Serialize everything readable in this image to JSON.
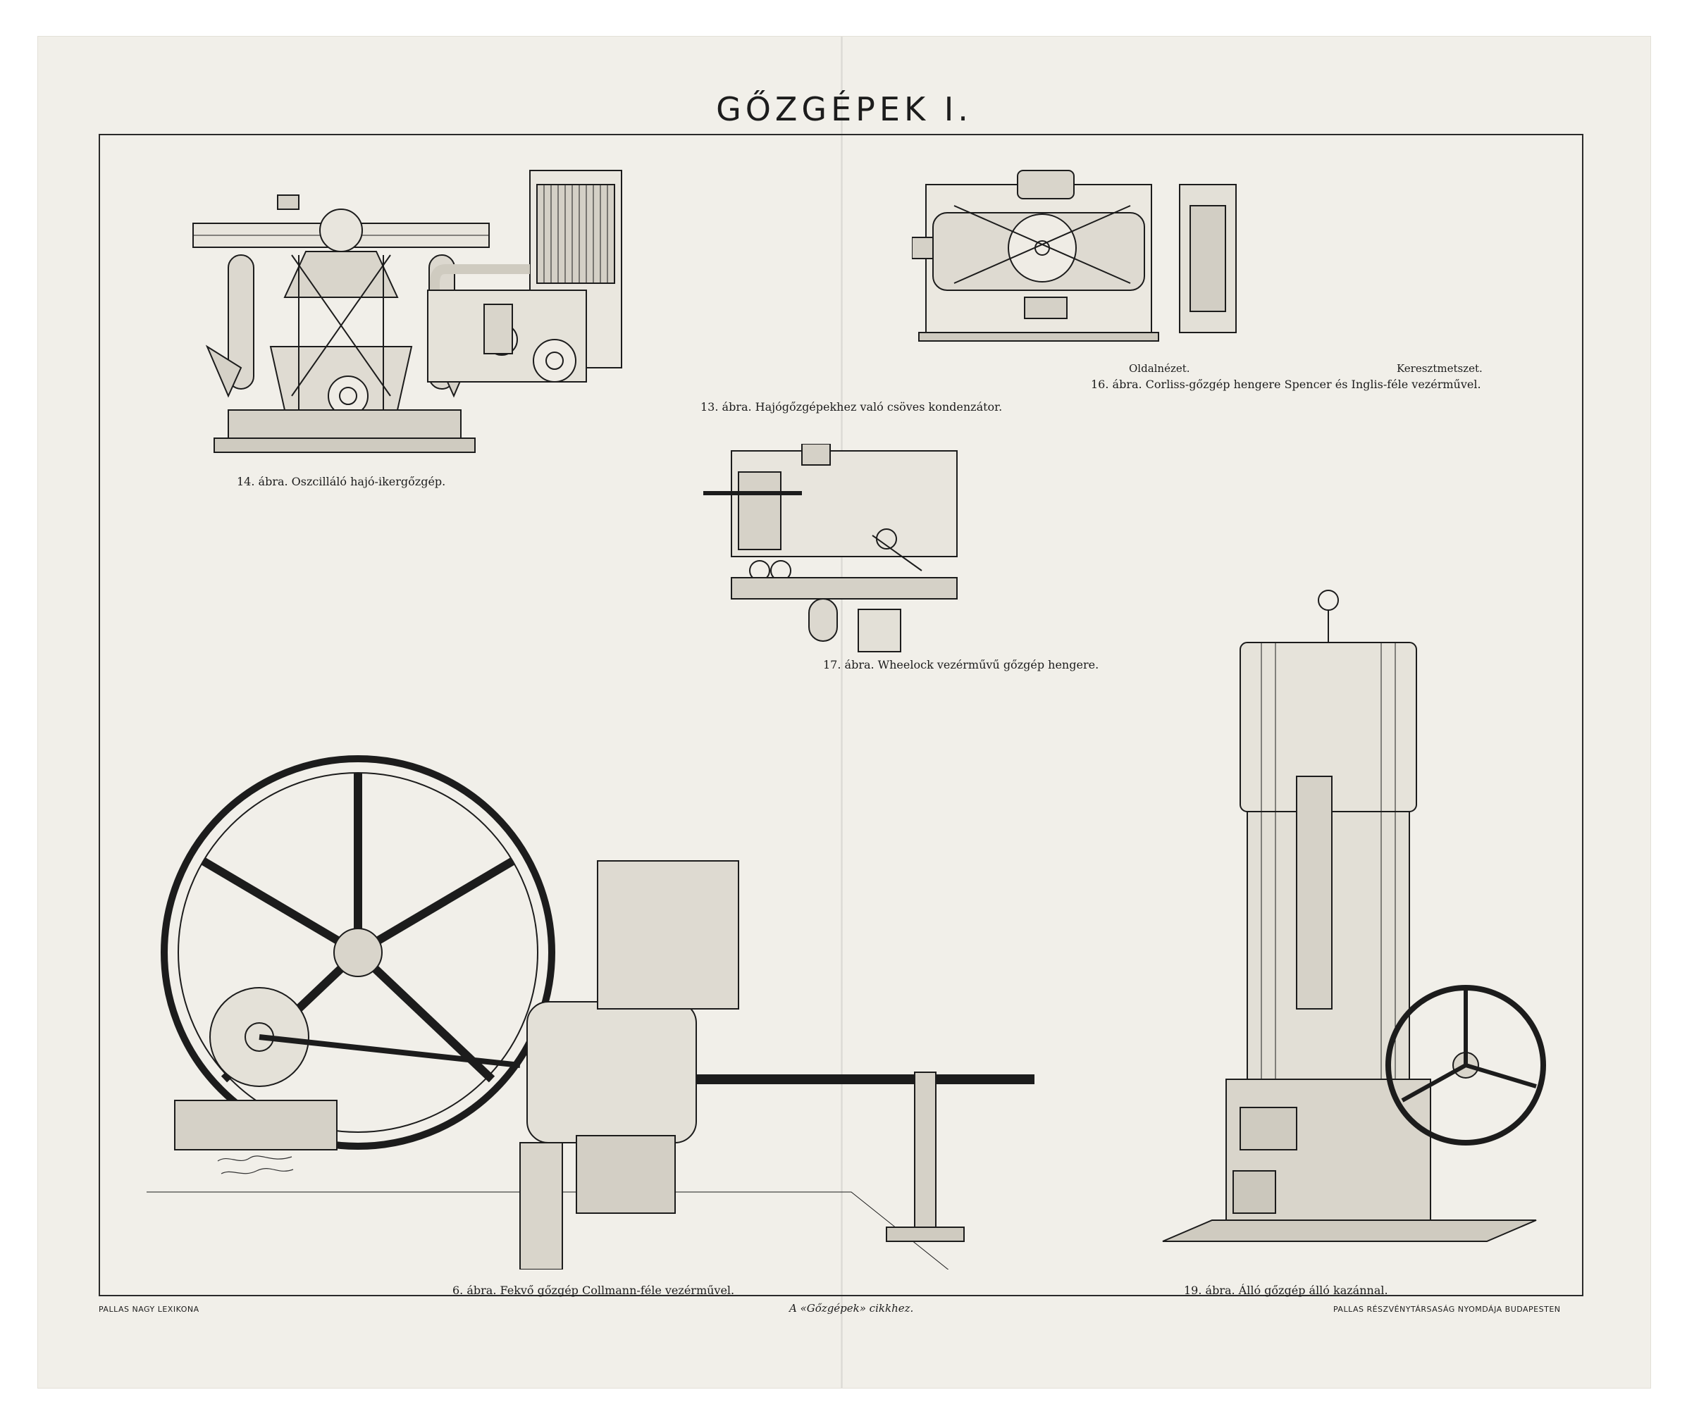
{
  "page": {
    "title": "GŐZGÉPEK I."
  },
  "figures": {
    "fig14": {
      "caption": "14. ábra. Oszcilláló hajó-ikergőzgép."
    },
    "fig13": {
      "caption": "13. ábra. Hajógőzgépekhez való csöves kondenzátor."
    },
    "fig16": {
      "label_side": "Oldalnézet.",
      "label_cross": "Keresztmetszet.",
      "caption": "16. ábra. Corliss-gőzgép hengere Spencer és Inglis-féle vezérművel."
    },
    "fig17": {
      "caption": "17. ábra. Wheelock vezérművű gőzgép hengere."
    },
    "fig6": {
      "caption": "6. ábra. Fekvő gőzgép Collmann-féle vezérművel."
    },
    "fig19": {
      "caption": "19. ábra. Álló gőzgép álló kazánnal."
    }
  },
  "footer": {
    "left": "PALLAS NAGY LEXIKONA",
    "center": "A «Gőzgépek» cikkhez.",
    "right": "PALLAS RÉSZVÉNYTÁRSASÁG NYOMDÁJA BUDAPESTEN"
  },
  "colors": {
    "paper": "#f1efe9",
    "ink": "#1c1c1c"
  }
}
